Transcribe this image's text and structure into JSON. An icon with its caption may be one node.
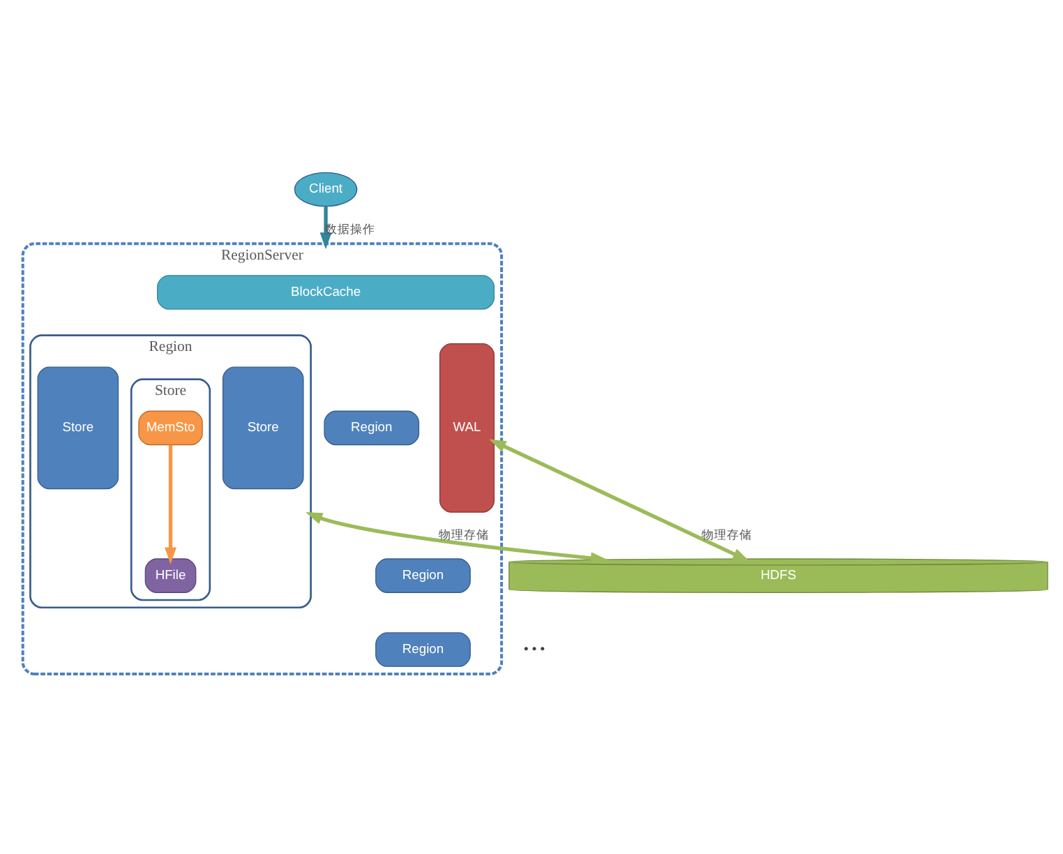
{
  "diagram": {
    "nodes": [
      {
        "text": [
          "Client"
        ]
      },
      {
        "text": [
          "RegionServer"
        ]
      },
      {
        "text": [
          "BlockCache"
        ],
        "in": 1
      },
      {
        "text": [
          "WAL"
        ],
        "in": 1
      },
      {
        "text": [
          "Region"
        ],
        "in": 1
      },
      {
        "text": [
          "Store"
        ],
        "in": 4
      },
      {
        "text": [
          "Store"
        ],
        "in": 4
      },
      {
        "text": [
          "Store"
        ],
        "in": 4
      },
      {
        "text": [
          "MemSto"
        ],
        "in": 7
      },
      {
        "text": [
          "HFile"
        ],
        "in": 7
      },
      {
        "text": [
          "Region"
        ],
        "in": 1
      },
      {
        "text": [
          "Region"
        ],
        "in": 1
      },
      {
        "text": [
          "Region"
        ],
        "in": 1
      },
      {
        "text": [
          "HDFS"
        ]
      }
    ],
    "edges": [
      {
        "from": 0,
        "to": 1,
        "arrow": "to",
        "label": "数据操作",
        "color": "#31859c"
      },
      {
        "from": 8,
        "to": 9,
        "arrow": "to",
        "color": "#f79646"
      },
      {
        "from": 3,
        "to": 13,
        "arrow": "both",
        "label": "物理存储"
      },
      {
        "from": 4,
        "to": 13,
        "arrow": "both",
        "label": "物理存储"
      }
    ],
    "labels": [
      "• • •"
    ]
  }
}
